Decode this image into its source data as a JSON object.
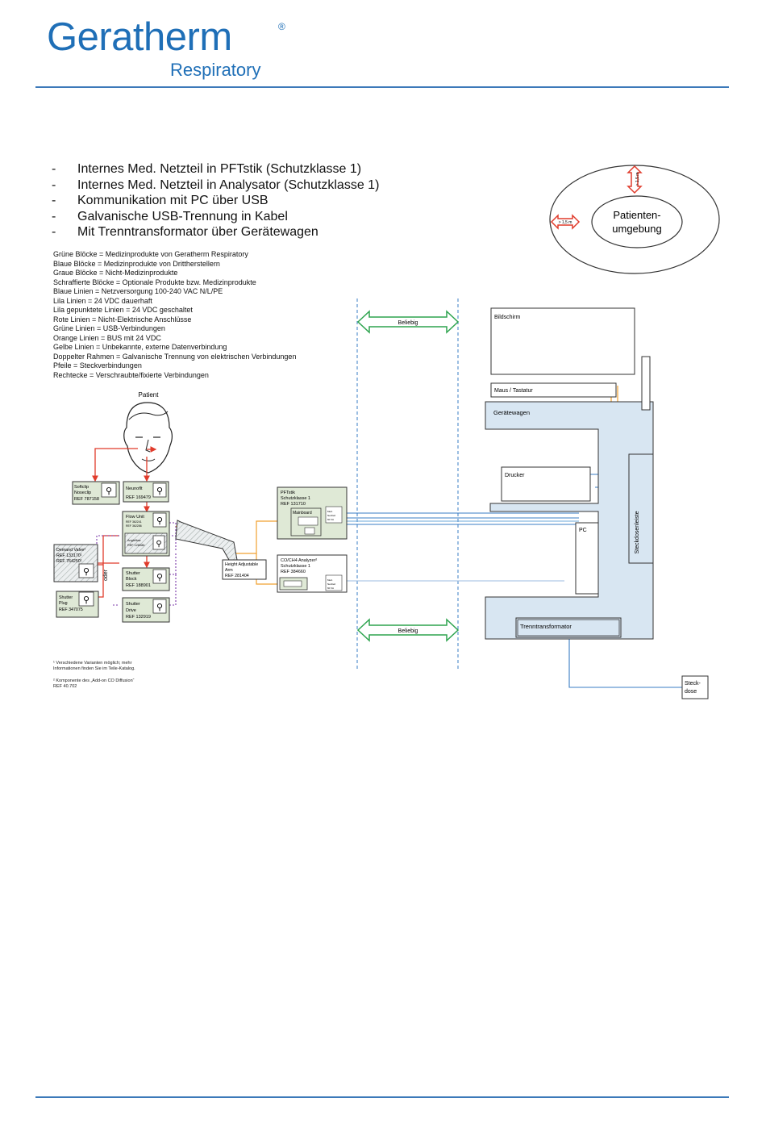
{
  "header": {
    "logo_main": "Geratherm",
    "logo_registered": "®",
    "logo_sub": "Respiratory"
  },
  "bullets": [
    "Internes Med. Netzteil in PFTstik (Schutzklasse 1)",
    "Internes Med. Netzteil in Analysator (Schutzklasse 1)",
    "Kommunikation mit PC über USB",
    "Galvanische USB-Trennung in Kabel",
    "Mit Trenntransformator über Gerätewagen"
  ],
  "legend": [
    "Grüne Blöcke = Medizinprodukte von Geratherm Respiratory",
    "Blaue Blöcke = Medizinprodukte von Drittherstellern",
    "Graue Blöcke = Nicht-Medizinprodukte",
    "Schraffierte Blöcke = Optionale Produkte bzw. Medizinprodukte",
    "Blaue Linien = Netzversorgung 100-240 VAC N/L/PE",
    "Lila Linien = 24 VDC dauerhaft",
    "Lila gepunktete Linien = 24 VDC geschaltet",
    "Rote Linien = Nicht-Elektrische Anschlüsse",
    "Grüne Linien = USB-Verbindungen",
    "Orange Linien = BUS mit 24 VDC",
    "Gelbe Linien = Unbekannte, externe Datenverbindung",
    "Doppelter Rahmen = Galvanische Trennung von elektrischen Verbindungen",
    "Pfeile = Steckverbindungen",
    "Rechtecke = Verschraubte/fixierte Verbindungen"
  ],
  "environment": {
    "label_line1": "Patienten-",
    "label_line2": "umgebung",
    "vertical_distance": "> 1,5 m",
    "horizontal_distance": "> 1,5 m"
  },
  "diagram": {
    "patient": "Patient",
    "beliebig_top": "Beliebig",
    "beliebig_bottom": "Beliebig",
    "oder": "oder",
    "blocks": {
      "softclip": [
        "Softclip",
        "Noseclip",
        "REF 787158"
      ],
      "neunoflt": [
        "Neunoflt",
        "REF 169479"
      ],
      "flowunit": [
        "Flow Unit",
        "REF 362241",
        "REF 362286"
      ],
      "angleflow": [
        "Angleflow",
        "REF 128086"
      ],
      "demand": [
        "Demand Valve²",
        "REF 133170¹",
        "REF 764250¹"
      ],
      "shutterblock": [
        "Shutter",
        "Block",
        "REF 188901"
      ],
      "shutterplug": [
        "Shutter",
        "Plug",
        "REF 347075"
      ],
      "shutterdrive": [
        "Shutter",
        "Drive",
        "REF 132919"
      ],
      "arm": [
        "Height Adjustable",
        "Arm",
        "REF 281404"
      ],
      "pftstik": [
        "PFTstik",
        "Schutzklasse 1",
        "REF 131710"
      ],
      "mainboard": "Mainboard",
      "analyzer": [
        "CO/CH4 Analyzer²",
        "Schutzklasse 1",
        "REF 384660"
      ],
      "netzteil": [
        "Med.",
        "Netzteil",
        "60 VA"
      ],
      "bildschirm": "Bildschirm",
      "maus": "Maus / Tastatur",
      "geraetewagen": "Gerätewagen",
      "drucker": "Drucker",
      "pc": "PC",
      "steckdosenleiste": "Steckdosenleiste",
      "trenntransformator": "Trenntransformator",
      "steckdose": [
        "Steck-",
        "dose"
      ]
    }
  },
  "footnotes": [
    "¹ Verschiedene Varianten möglich; mehr",
    "Informationen finden Sie im Teile-Katalog.",
    "² Komponente des „Add-on CO Diffusion“",
    "REF 40.702"
  ],
  "colors": {
    "brand_blue": "#1f6fb7",
    "green_block": "#dfe9d6",
    "cart_blue": "#d8e6f2",
    "red": "#e03b2b",
    "green": "#2ea44f",
    "blue": "#3a7cc4",
    "purple": "#7b3aa8",
    "orange": "#f0a030",
    "yellow": "#f2d04b"
  }
}
